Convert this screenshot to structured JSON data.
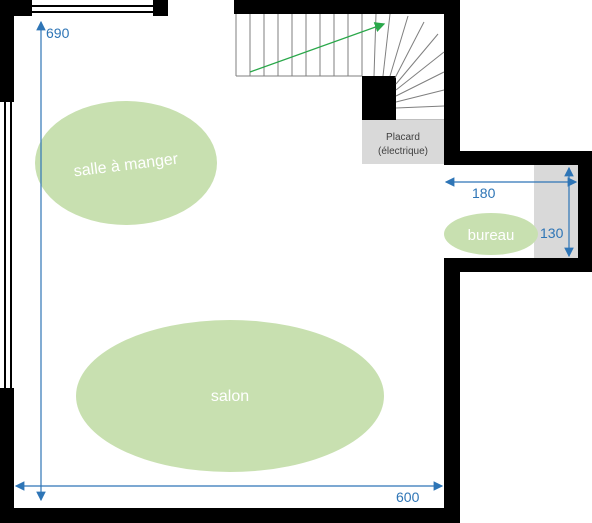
{
  "rooms": {
    "dining": "salle à manger",
    "living": "salon",
    "office": "bureau"
  },
  "closet": {
    "line1": "Placard",
    "line2": "(électrique)"
  },
  "dimensions": {
    "height_main": "690",
    "width_main": "600",
    "office_width": "180",
    "office_height": "130"
  },
  "colors": {
    "zone_fill": "#c8e0b0",
    "wall": "#000000",
    "dimension": "#2e75b6",
    "closet": "#d9d9d9",
    "stair_arrow": "#2aa84a"
  }
}
